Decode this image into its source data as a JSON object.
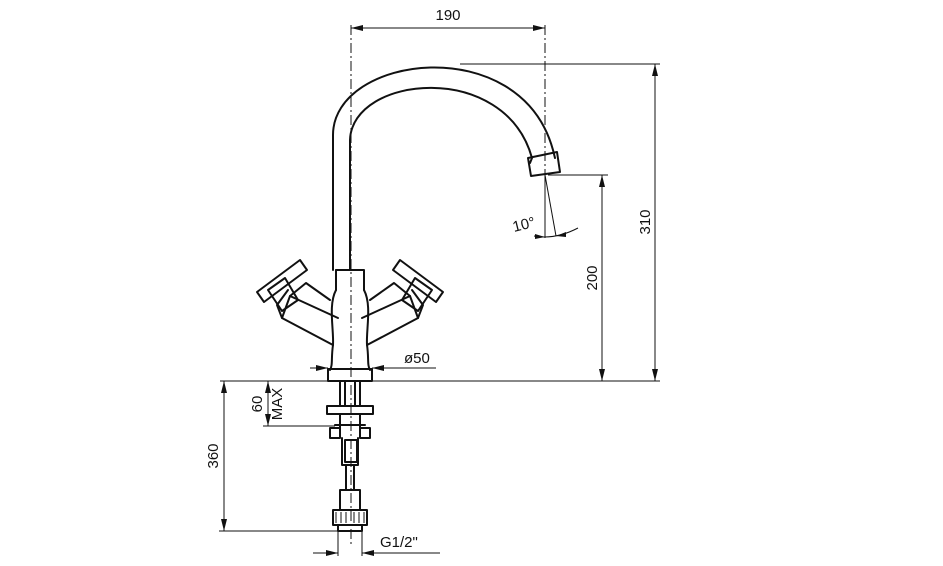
{
  "dimensions": {
    "spout_reach": "190",
    "total_height": "310",
    "outlet_height": "200",
    "spout_angle": "10°",
    "base_diameter": "ø50",
    "deck_thickness_value": "60",
    "deck_thickness_note": "MAX",
    "under_deck_length": "360",
    "inlet_thread": "G1/2\""
  },
  "line_color": "#111111",
  "background": "#ffffff"
}
